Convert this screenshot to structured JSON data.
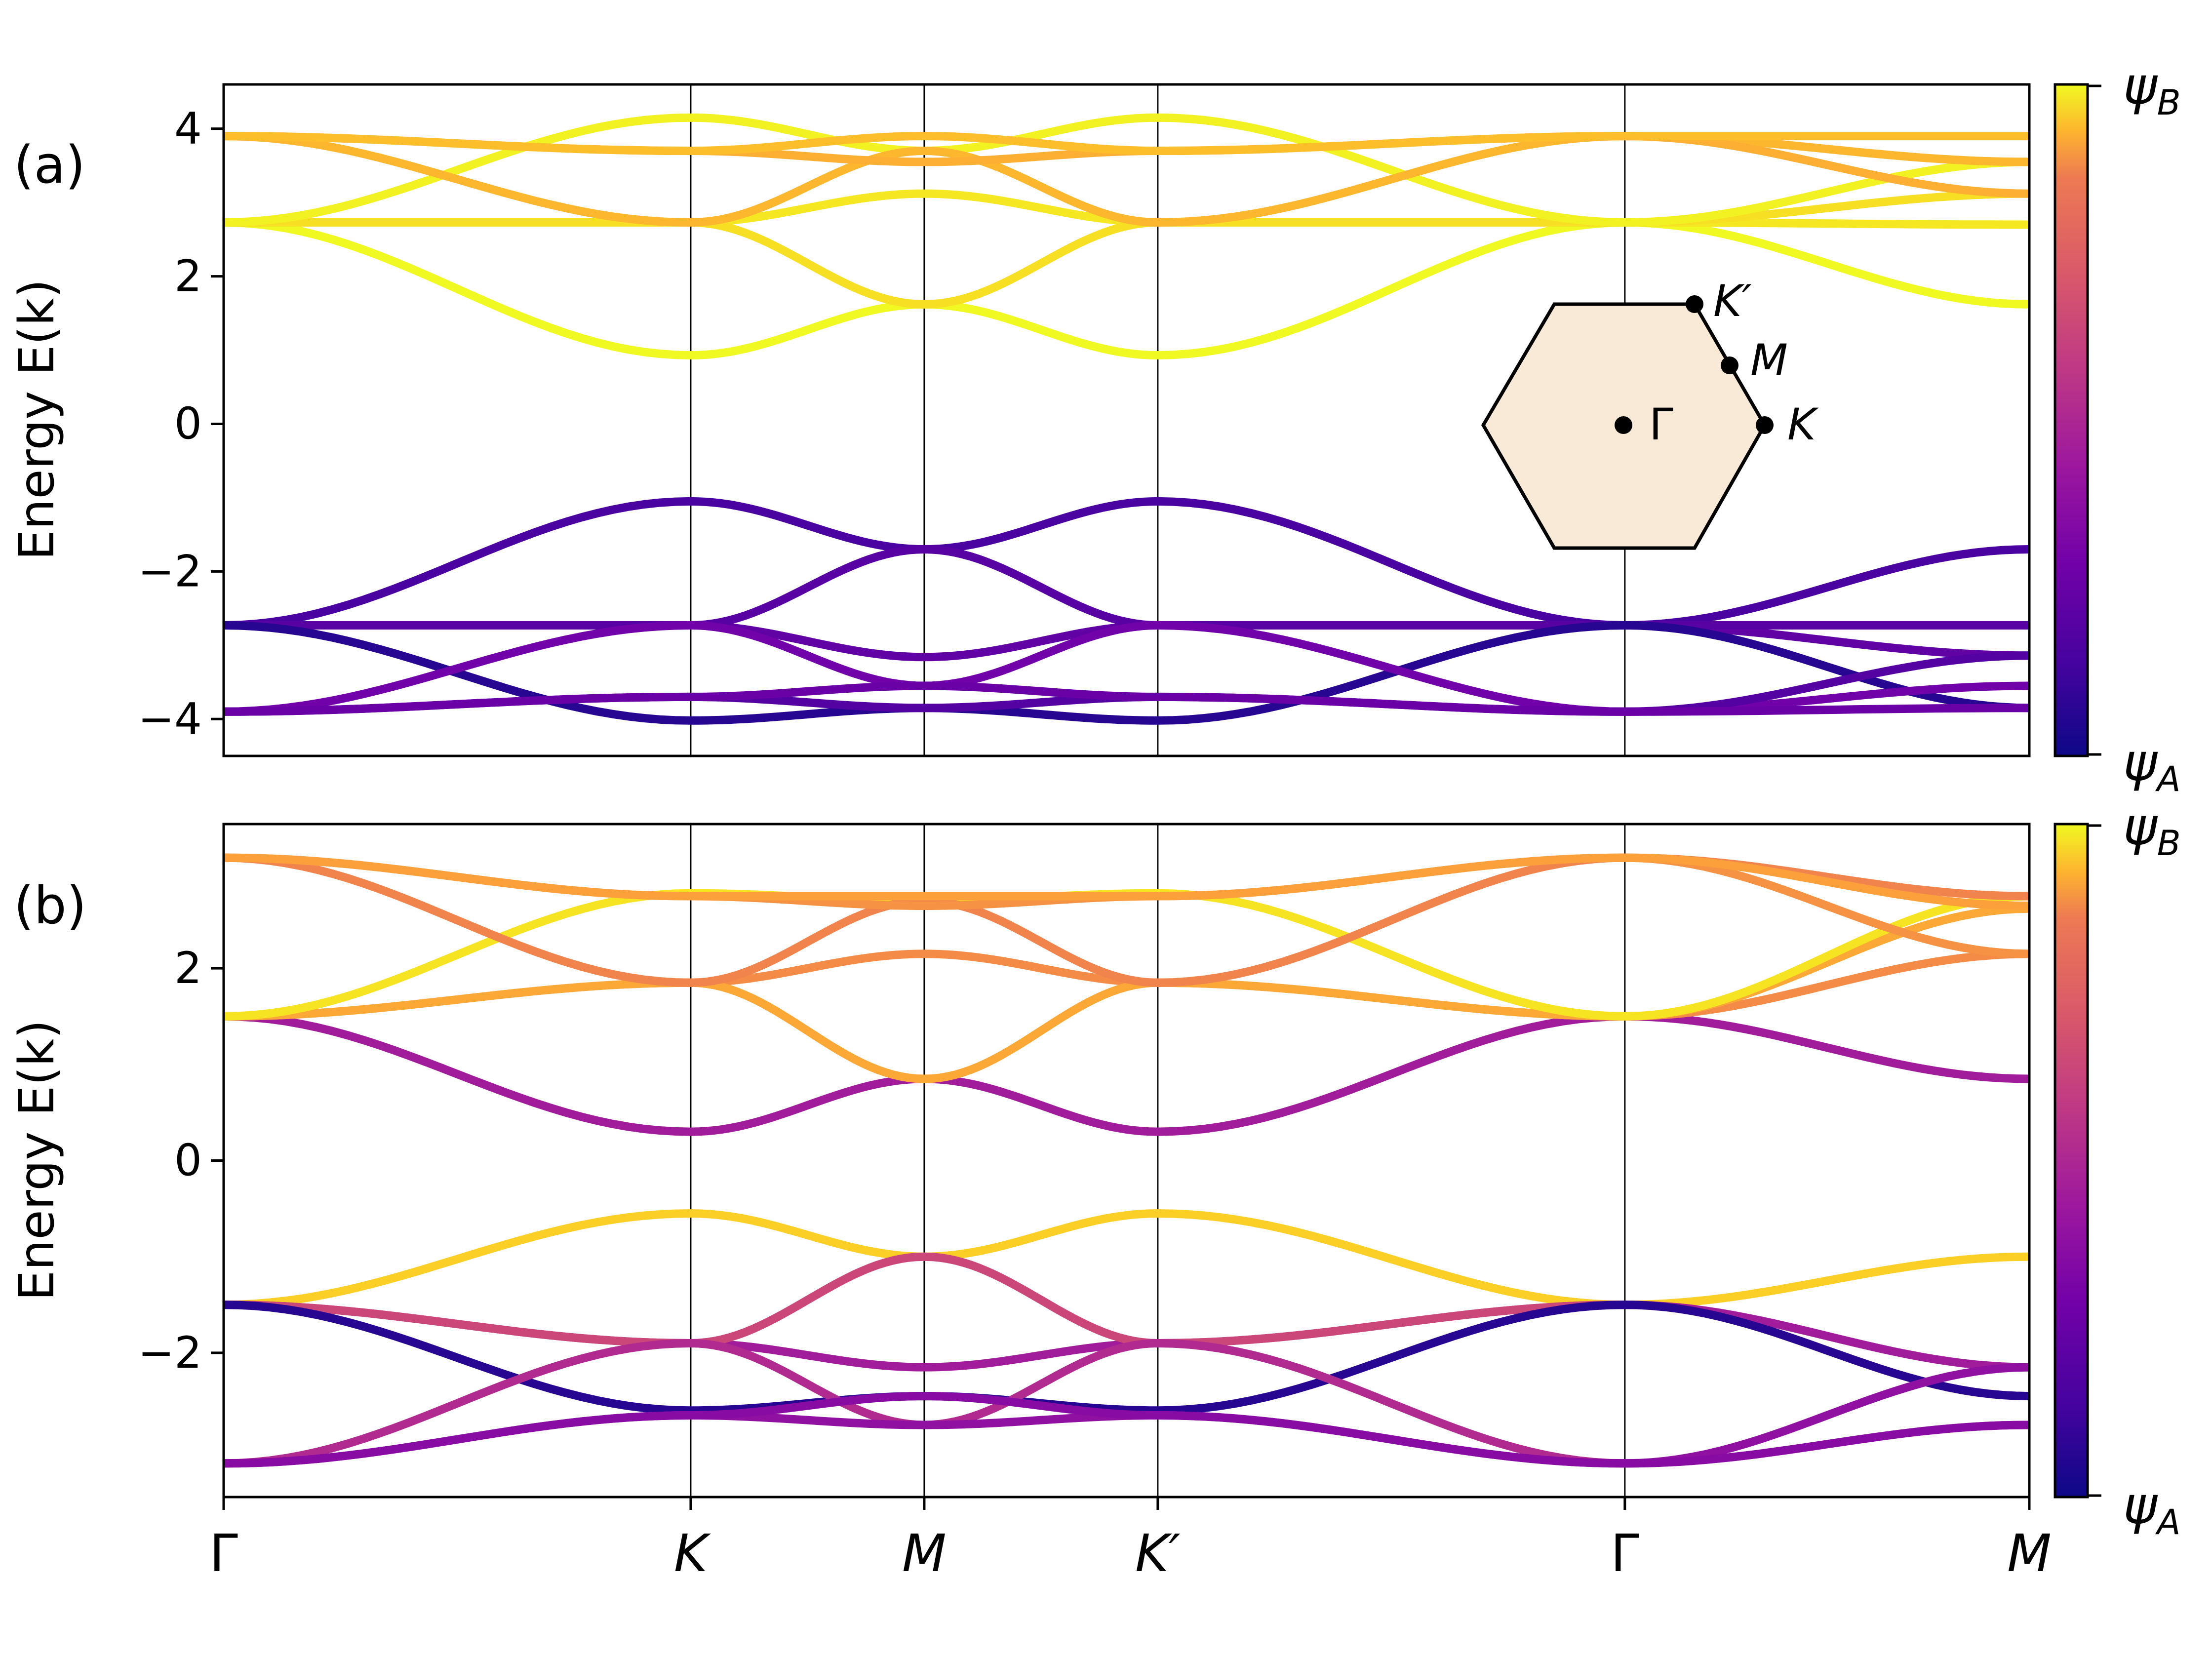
{
  "chart_data": [
    {
      "type": "line",
      "panel_label": "(a)",
      "ylabel": "Energy E(k)",
      "ylim": [
        -4.5,
        4.6
      ],
      "yticks": [
        4,
        2,
        0,
        -2,
        -4
      ],
      "ytick_labels": [
        "4",
        "2",
        "0",
        "−2",
        "−4"
      ],
      "x_path_positions": [
        0,
        1,
        1.5,
        2,
        3,
        3.866
      ],
      "x_tick_labels": [
        "Γ",
        "K",
        "M",
        "K′",
        "Γ",
        "M"
      ],
      "vertical_gridlines_at": [
        1,
        1.5,
        2,
        3
      ],
      "colorbar": {
        "top_label": "ψB",
        "bottom_label": "ψA",
        "colormap": "plasma"
      },
      "series": [
        {
          "color_weight": 1.0,
          "y": [
            2.73,
            0.93,
            1.62,
            0.93,
            2.73,
            1.62
          ]
        },
        {
          "color_weight": 0.96,
          "y": [
            2.73,
            2.73,
            3.12,
            2.73,
            2.73,
            2.7
          ]
        },
        {
          "color_weight": 0.94,
          "y": [
            2.73,
            2.73,
            1.62,
            2.73,
            2.73,
            3.12
          ]
        },
        {
          "color_weight": 0.98,
          "y": [
            2.73,
            4.15,
            3.7,
            4.15,
            2.73,
            3.55
          ]
        },
        {
          "color_weight": 0.84,
          "y": [
            3.9,
            2.73,
            3.7,
            2.73,
            3.9,
            3.55
          ]
        },
        {
          "color_weight": 0.82,
          "y": [
            3.9,
            3.7,
            3.55,
            3.7,
            3.9,
            3.12
          ]
        },
        {
          "color_weight": 0.86,
          "y": [
            3.9,
            3.7,
            3.9,
            3.7,
            3.9,
            3.9
          ]
        },
        {
          "color_weight": 0.12,
          "y": [
            -2.73,
            -1.05,
            -1.7,
            -1.05,
            -2.73,
            -1.7
          ]
        },
        {
          "color_weight": 0.18,
          "y": [
            -2.73,
            -2.73,
            -3.16,
            -2.73,
            -2.73,
            -3.14
          ]
        },
        {
          "color_weight": 0.16,
          "y": [
            -2.73,
            -2.73,
            -1.7,
            -2.73,
            -2.73,
            -2.73
          ]
        },
        {
          "color_weight": 0.05,
          "y": [
            -2.73,
            -4.02,
            -3.85,
            -4.02,
            -2.73,
            -3.85
          ]
        },
        {
          "color_weight": 0.22,
          "y": [
            -3.9,
            -2.73,
            -3.55,
            -2.73,
            -3.9,
            -3.55
          ]
        },
        {
          "color_weight": 0.15,
          "y": [
            -3.9,
            -3.7,
            -3.85,
            -3.7,
            -3.9,
            -3.14
          ]
        },
        {
          "color_weight": 0.2,
          "y": [
            -3.9,
            -3.7,
            -3.55,
            -3.7,
            -3.9,
            -3.85
          ]
        }
      ],
      "inset": {
        "description_labels": [
          "K′",
          "M",
          "K",
          "Γ"
        ],
        "fill": "#f9ead7"
      }
    },
    {
      "type": "line",
      "panel_label": "(b)",
      "ylabel": "Energy E(k)",
      "ylim": [
        -3.5,
        3.5
      ],
      "yticks": [
        2,
        0,
        -2
      ],
      "ytick_labels": [
        "2",
        "0",
        "−2"
      ],
      "x_path_positions": [
        0,
        1,
        1.5,
        2,
        3,
        3.866
      ],
      "x_tick_labels": [
        "Γ",
        "K",
        "M",
        "K′",
        "Γ",
        "M"
      ],
      "vertical_gridlines_at": [
        1,
        1.5,
        2,
        3
      ],
      "colorbar": {
        "top_label": "ψB",
        "bottom_label": "ψA",
        "colormap": "plasma"
      },
      "series": [
        {
          "color_weight": 0.35,
          "y": [
            1.5,
            0.3,
            0.85,
            0.3,
            1.5,
            0.85
          ]
        },
        {
          "color_weight": 0.72,
          "y": [
            1.5,
            1.85,
            2.15,
            1.85,
            1.5,
            2.15
          ]
        },
        {
          "color_weight": 0.8,
          "y": [
            1.5,
            1.85,
            0.85,
            1.85,
            1.5,
            2.62
          ]
        },
        {
          "color_weight": 0.95,
          "y": [
            1.5,
            2.78,
            2.7,
            2.78,
            1.5,
            2.75
          ]
        },
        {
          "color_weight": 0.7,
          "y": [
            3.15,
            1.85,
            2.7,
            1.85,
            3.15,
            2.75
          ]
        },
        {
          "color_weight": 0.74,
          "y": [
            3.15,
            2.75,
            2.65,
            2.75,
            3.15,
            2.15
          ]
        },
        {
          "color_weight": 0.78,
          "y": [
            3.15,
            2.75,
            2.75,
            2.75,
            3.15,
            2.65
          ]
        },
        {
          "color_weight": 0.9,
          "y": [
            -1.5,
            -0.55,
            -1.0,
            -0.55,
            -1.5,
            -1.0
          ]
        },
        {
          "color_weight": 0.35,
          "y": [
            -1.5,
            -1.9,
            -2.15,
            -1.9,
            -1.5,
            -2.15
          ]
        },
        {
          "color_weight": 0.5,
          "y": [
            -1.5,
            -1.9,
            -1.0,
            -1.9,
            -1.5,
            -2.45
          ]
        },
        {
          "color_weight": 0.05,
          "y": [
            -1.5,
            -2.6,
            -2.45,
            -2.6,
            -1.5,
            -2.45
          ]
        },
        {
          "color_weight": 0.4,
          "y": [
            -3.15,
            -1.9,
            -2.75,
            -1.9,
            -3.15,
            -2.75
          ]
        },
        {
          "color_weight": 0.3,
          "y": [
            -3.15,
            -2.65,
            -2.75,
            -2.65,
            -3.15,
            -2.15
          ]
        },
        {
          "color_weight": 0.28,
          "y": [
            -3.15,
            -2.65,
            -2.45,
            -2.65,
            -3.15,
            -2.75
          ]
        }
      ]
    }
  ]
}
